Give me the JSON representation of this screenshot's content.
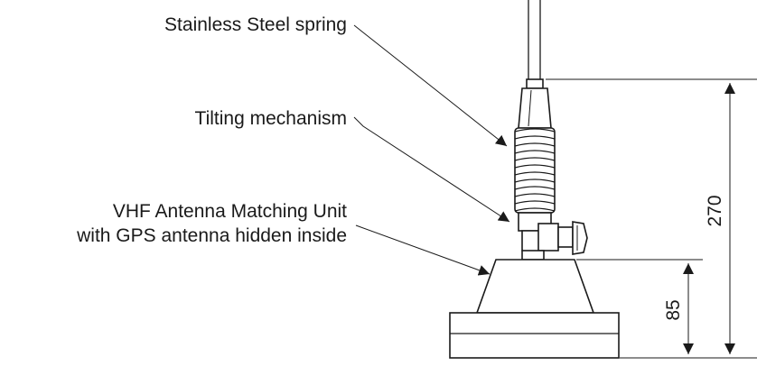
{
  "labels": {
    "spring": "Stainless Steel spring",
    "tilt": "Tilting mechanism",
    "unit_line1": "VHF Antenna Matching Unit",
    "unit_line2": "with GPS antenna hidden inside"
  },
  "dimensions": {
    "total": "270",
    "base": "85"
  },
  "colors": {
    "line": "#1a1a1a",
    "background": "#ffffff"
  }
}
